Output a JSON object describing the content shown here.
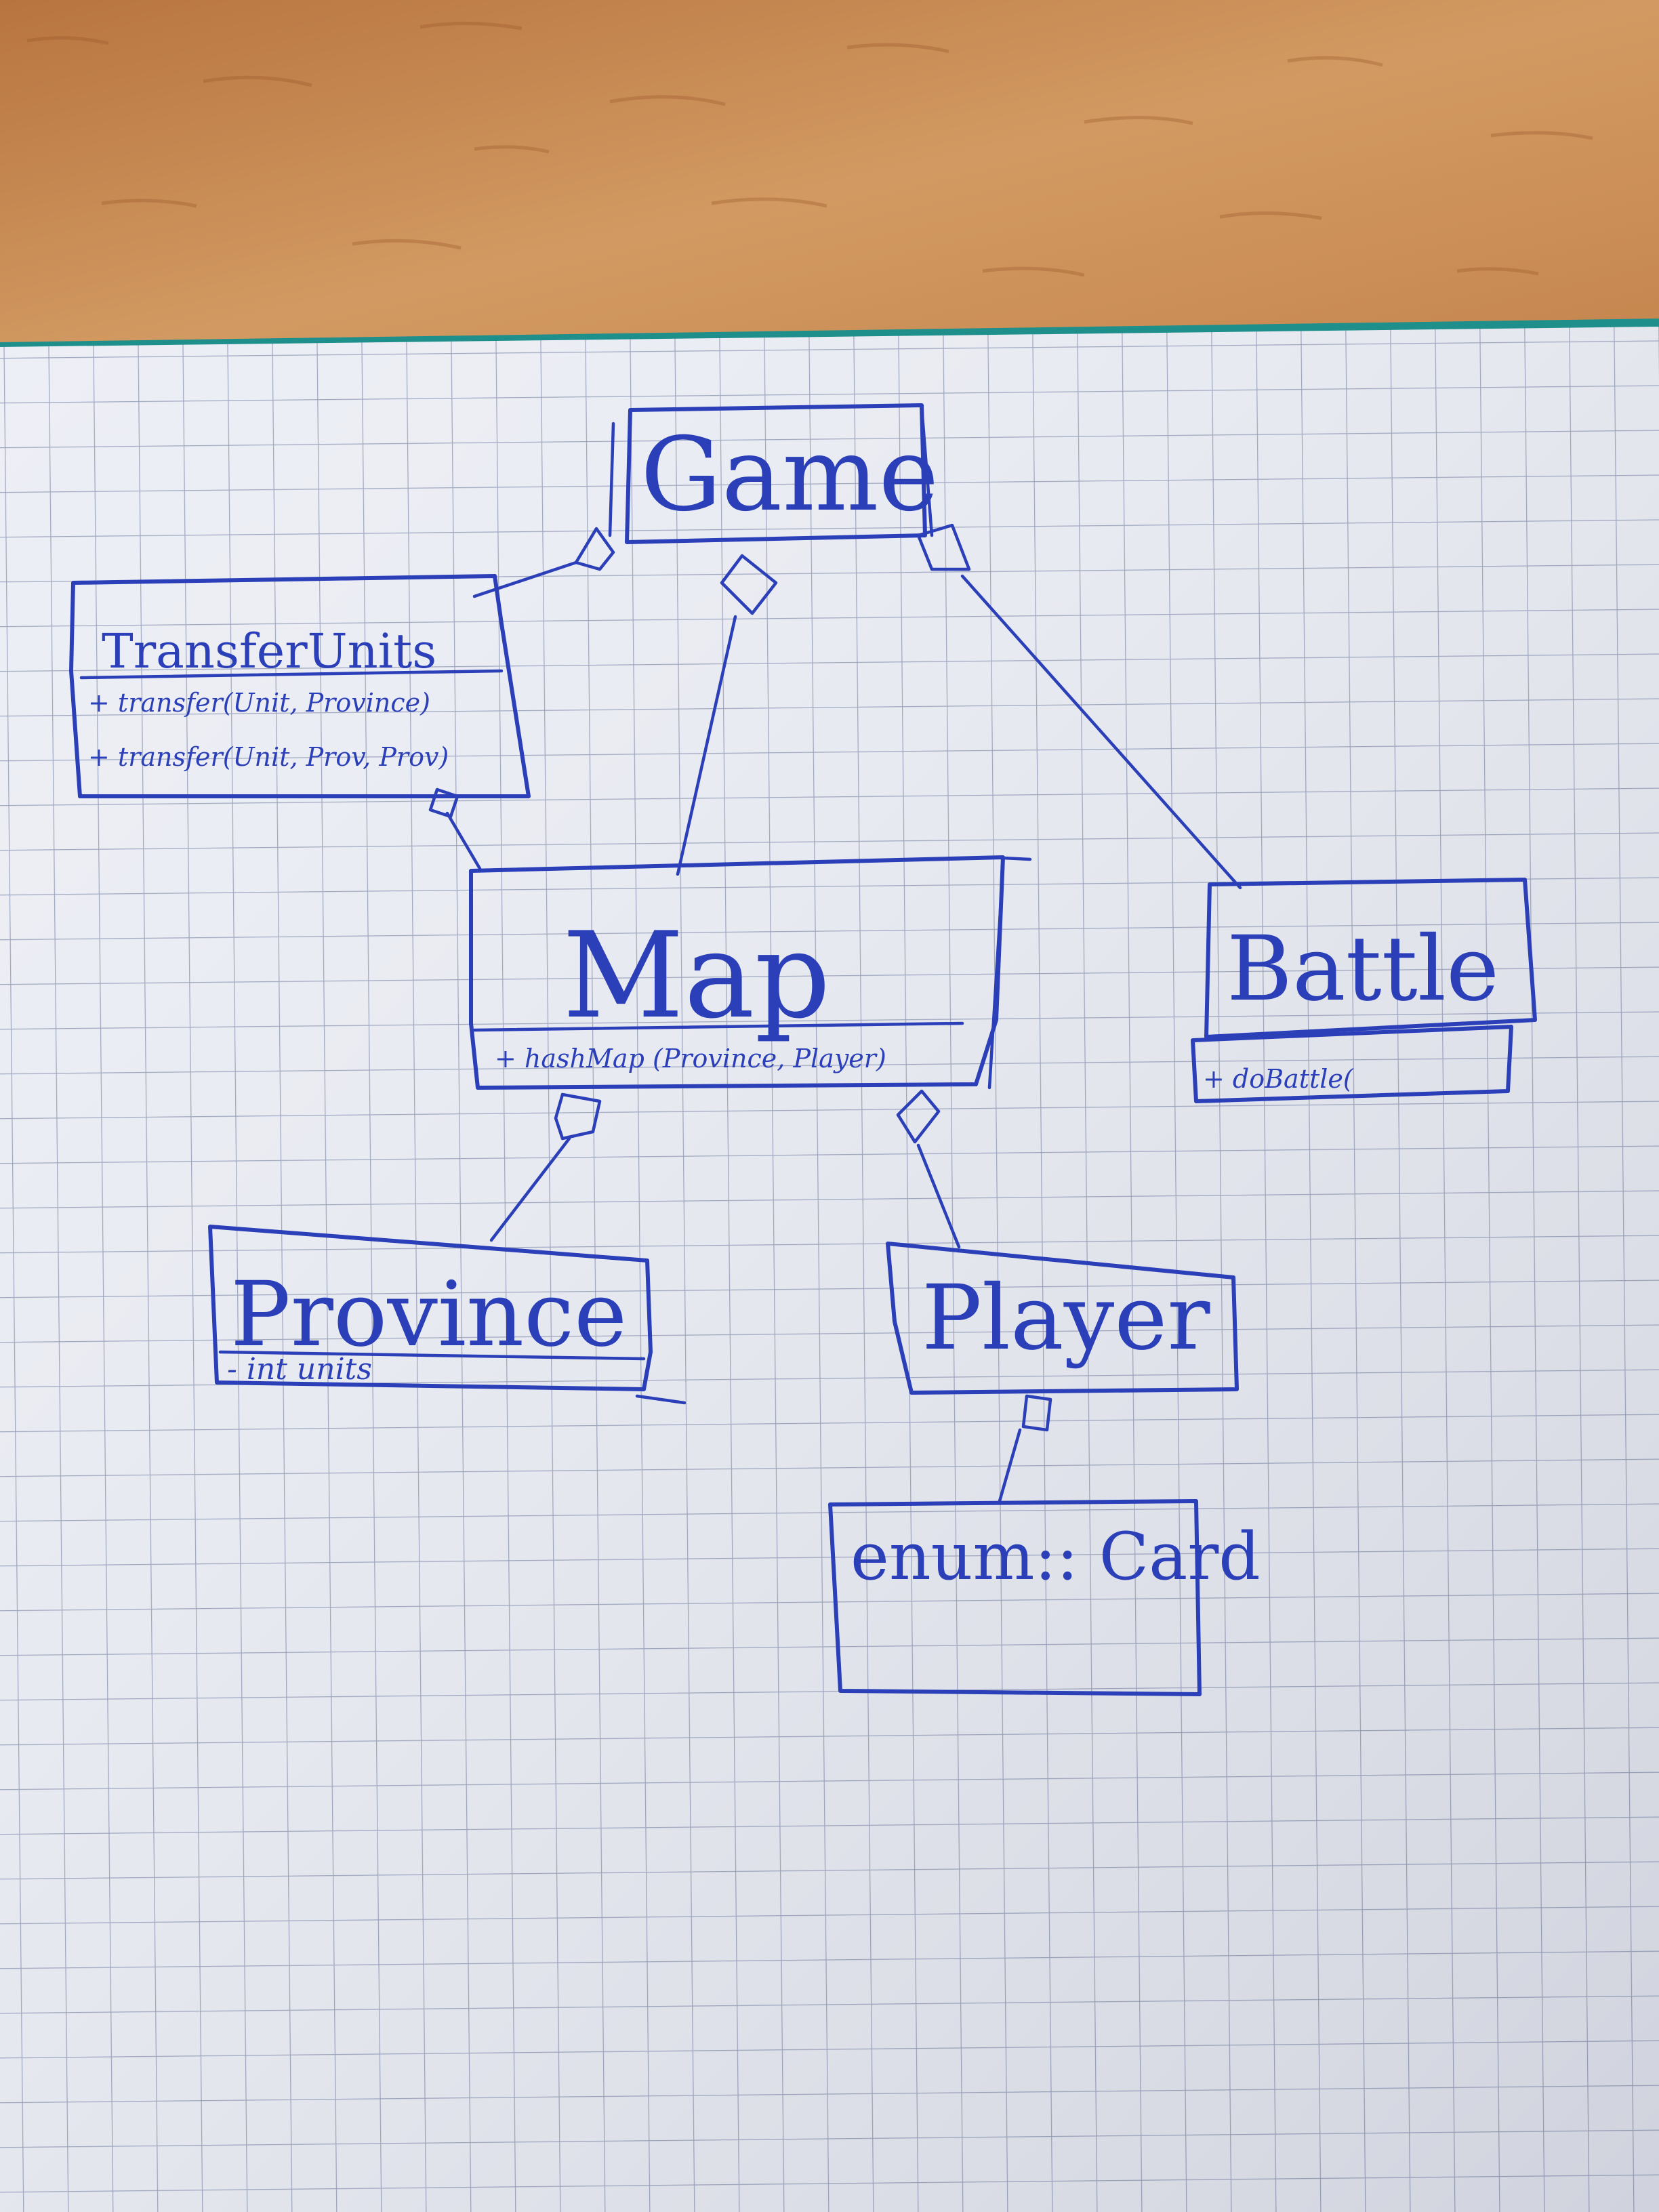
{
  "diagram": {
    "classes": {
      "game": {
        "name": "Game"
      },
      "transfer_units": {
        "name": "TransferUnits",
        "methods": [
          "+ transfer(Unit, Province)",
          "+ transfer(Unit, Prov, Prov)"
        ]
      },
      "map": {
        "name": "Map",
        "attributes": [
          "+ hashMap (Province, Player)"
        ]
      },
      "battle": {
        "name": "Battle",
        "methods": [
          "+ doBattle("
        ]
      },
      "province": {
        "name": "Province",
        "attributes": [
          "- int units"
        ]
      },
      "player": {
        "name": "Player"
      },
      "card": {
        "name": "enum:: Card"
      }
    },
    "connections": [
      {
        "from": "game",
        "to": "transfer_units",
        "end": "aggregation-diamond"
      },
      {
        "from": "game",
        "to": "map",
        "end": "aggregation-diamond"
      },
      {
        "from": "game",
        "to": "battle",
        "end": "aggregation-diamond"
      },
      {
        "from": "transfer_units",
        "to": "map",
        "end": "aggregation-diamond"
      },
      {
        "from": "map",
        "to": "province",
        "end": "aggregation-diamond"
      },
      {
        "from": "map",
        "to": "player",
        "end": "aggregation-diamond"
      },
      {
        "from": "player",
        "to": "card",
        "end": "aggregation-diamond"
      }
    ]
  },
  "colors": {
    "ink": "#2a3fb8",
    "paper": "#ecedf4",
    "grid": "#9aa3bd",
    "desk": "#c98a52",
    "cover_edge": "#1f8f8c"
  }
}
